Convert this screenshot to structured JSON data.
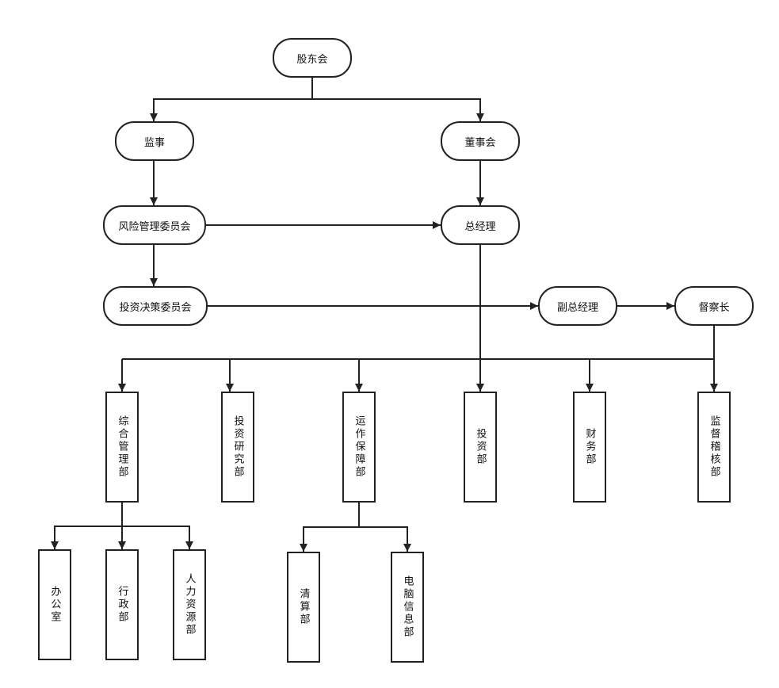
{
  "chart_data": {
    "type": "org-chart",
    "nodes": [
      {
        "id": "shareholders",
        "label": "股东会"
      },
      {
        "id": "supervisor",
        "label": "监事"
      },
      {
        "id": "board",
        "label": "董事会"
      },
      {
        "id": "risk_committee",
        "label": "风险管理委员会"
      },
      {
        "id": "general_manager",
        "label": "总经理"
      },
      {
        "id": "investment_committee",
        "label": "投资决策委员会"
      },
      {
        "id": "deputy_gm",
        "label": "副总经理"
      },
      {
        "id": "chief_inspector",
        "label": "督察长"
      },
      {
        "id": "general_admin_dept",
        "label": "综合管理部"
      },
      {
        "id": "research_dept",
        "label": "投资研究部"
      },
      {
        "id": "operations_dept",
        "label": "运作保障部"
      },
      {
        "id": "investment_dept",
        "label": "投资部"
      },
      {
        "id": "finance_dept",
        "label": "财务部"
      },
      {
        "id": "audit_dept",
        "label": "监督稽核部"
      },
      {
        "id": "office",
        "label": "办公室"
      },
      {
        "id": "admin_dept",
        "label": "行政部"
      },
      {
        "id": "hr_dept",
        "label": "人力资源部"
      },
      {
        "id": "clearing_dept",
        "label": "清算部"
      },
      {
        "id": "it_dept",
        "label": "电脑信息部"
      }
    ],
    "edges": [
      {
        "from": "shareholders",
        "to": "supervisor"
      },
      {
        "from": "shareholders",
        "to": "board"
      },
      {
        "from": "supervisor",
        "to": "risk_committee"
      },
      {
        "from": "board",
        "to": "general_manager"
      },
      {
        "from": "risk_committee",
        "to": "general_manager"
      },
      {
        "from": "risk_committee",
        "to": "investment_committee"
      },
      {
        "from": "investment_committee",
        "to": "deputy_gm"
      },
      {
        "from": "deputy_gm",
        "to": "chief_inspector"
      },
      {
        "from": "general_manager",
        "to": "investment_dept"
      },
      {
        "from": "chief_inspector",
        "to": "general_admin_dept"
      },
      {
        "from": "chief_inspector",
        "to": "research_dept"
      },
      {
        "from": "chief_inspector",
        "to": "operations_dept"
      },
      {
        "from": "chief_inspector",
        "to": "finance_dept"
      },
      {
        "from": "chief_inspector",
        "to": "audit_dept"
      },
      {
        "from": "general_admin_dept",
        "to": "office"
      },
      {
        "from": "general_admin_dept",
        "to": "admin_dept"
      },
      {
        "from": "general_admin_dept",
        "to": "hr_dept"
      },
      {
        "from": "operations_dept",
        "to": "clearing_dept"
      },
      {
        "from": "operations_dept",
        "to": "it_dept"
      }
    ]
  }
}
